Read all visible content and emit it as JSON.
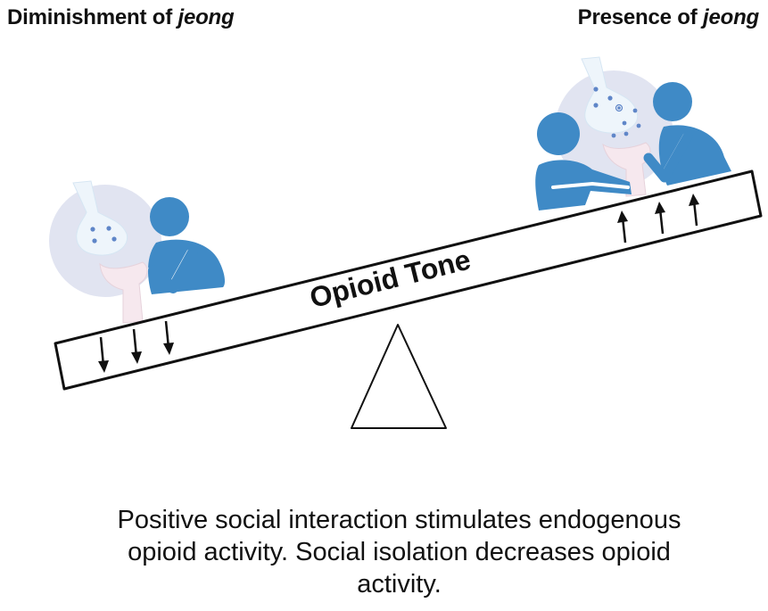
{
  "labels": {
    "left_prefix": "Diminishment of ",
    "left_emphasis": "jeong",
    "right_prefix": "Presence of ",
    "right_emphasis": "jeong",
    "beam": "Opioid Tone"
  },
  "caption": {
    "line1": "Positive social interaction stimulates endogenous",
    "line2": "opioid activity. Social isolation decreases opioid",
    "line3": "activity."
  },
  "icons": {
    "person": "person-icon",
    "synapse": "synapse-icon",
    "arrow_up": "arrow-up-icon",
    "arrow_down": "arrow-down-icon"
  },
  "colors": {
    "person": "#3f8ac6",
    "synapse_bg": "#dfe3f1",
    "synapse_terminal": "#eaf3fb",
    "receptor": "#f5e7ec",
    "vesicle": "#5f86c8",
    "outline": "#111111"
  }
}
